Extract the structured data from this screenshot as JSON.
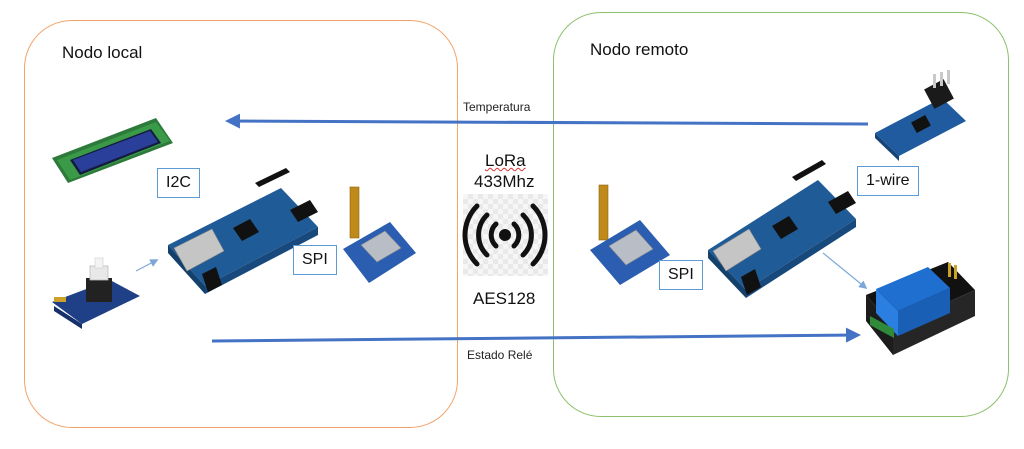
{
  "diagram": {
    "local_node": {
      "title": "Nodo local"
    },
    "remote_node": {
      "title": "Nodo remoto"
    },
    "labels": {
      "i2c": "I2C",
      "spi_local": "SPI",
      "spi_remote": "SPI",
      "one_wire": "1-wire",
      "temperature": "Temperatura",
      "relay_state": "Estado Relé",
      "lora": "LoRa",
      "frequency": "433Mhz",
      "encryption": "AES128"
    },
    "icons": [
      "lcd-display-icon",
      "push-button-module-icon",
      "arduino-mega-icon",
      "lora-module-icon",
      "wireless-signal-icon",
      "temperature-sensor-icon",
      "relay-module-icon"
    ],
    "colors": {
      "local_border": "#f4a46a",
      "remote_border": "#8cc06b",
      "arrow": "#4472c4",
      "label_border": "#5b9bd5"
    }
  }
}
